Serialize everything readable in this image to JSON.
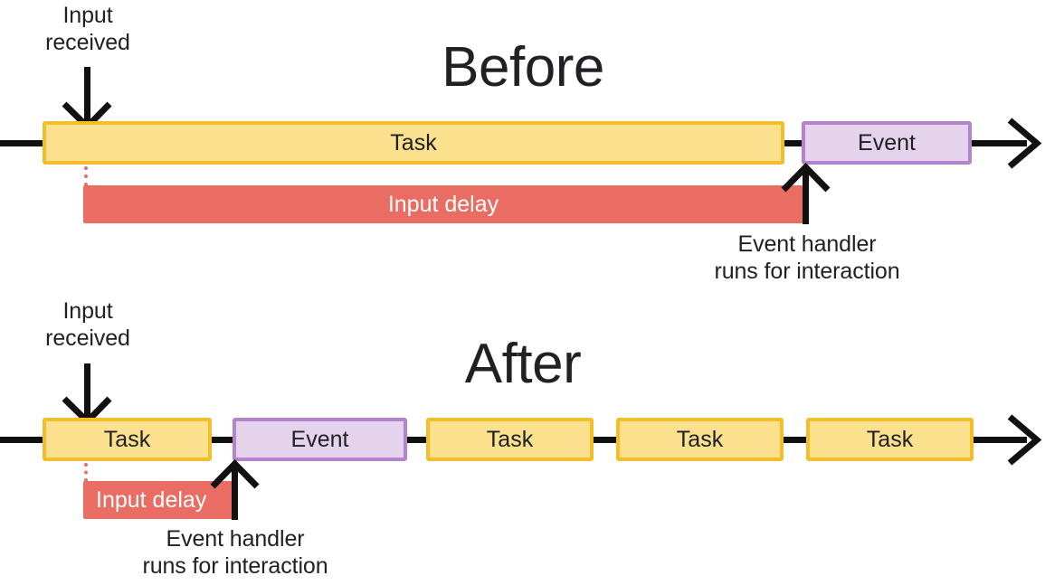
{
  "figure": {
    "description": "Comparison diagram of input delay before and after breaking up long tasks",
    "colors": {
      "task_fill": "#FBE18E",
      "task_border": "#F4BD2A",
      "event_fill": "#E5D3ED",
      "event_border": "#B184CC",
      "input_delay": "#E96D62",
      "line": "#111111",
      "text": "#202124"
    }
  },
  "before": {
    "title": "Before",
    "input_label": "Input\nreceived",
    "task_label": "Task",
    "event_label": "Event",
    "delay_label": "Input delay",
    "handler_label": "Event handler\nruns for interaction",
    "timeline": {
      "tasks": [
        "Task"
      ],
      "events": [
        "Event"
      ]
    }
  },
  "after": {
    "title": "After",
    "input_label": "Input\nreceived",
    "event_label": "Event",
    "delay_label": "Input delay",
    "handler_label": "Event handler\nruns for interaction",
    "timeline": {
      "tasks": [
        "Task",
        "Task",
        "Task",
        "Task"
      ],
      "events": [
        "Event"
      ]
    }
  }
}
